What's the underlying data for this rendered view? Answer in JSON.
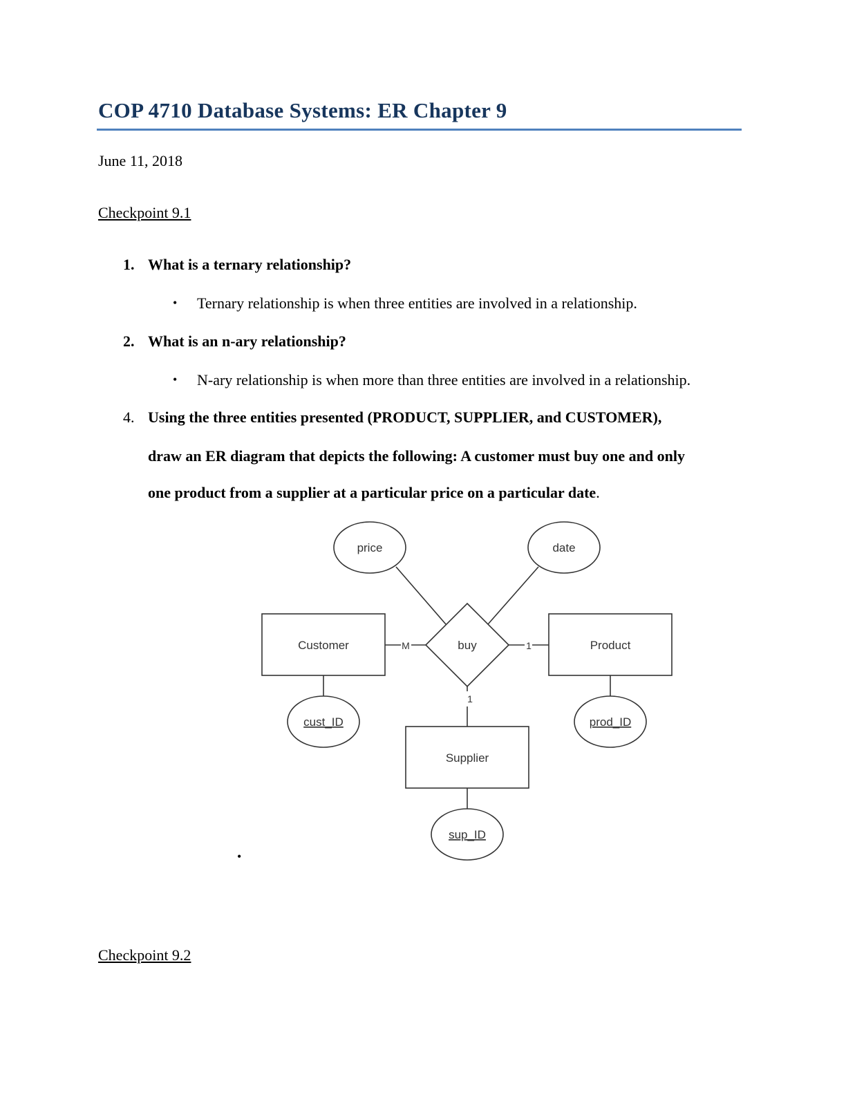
{
  "header": {
    "title": "COP 4710 Database Systems: ER Chapter 9"
  },
  "date": "June 11, 2018",
  "sections": [
    {
      "heading": "Checkpoint 9.1"
    },
    {
      "heading": "Checkpoint 9.2"
    }
  ],
  "questions": [
    {
      "number": "1.",
      "text": "What is a ternary relationship?",
      "answer": "Ternary relationship is when three entities are involved in a relationship."
    },
    {
      "number": "2.",
      "text": "What is an n-ary relationship?",
      "answer": "N-ary relationship is when more than three entities are involved in a relationship."
    },
    {
      "number": "4.",
      "lines": [
        "Using the three entities presented (PRODUCT, SUPPLIER, and CUSTOMER),",
        "draw an ER diagram that depicts the following: A customer must buy one and only",
        "one product from a supplier at a particular price on a particular date"
      ],
      "trailing": "."
    }
  ],
  "bullet_symbol": "•",
  "diagram": {
    "entities": {
      "customer": "Customer",
      "product": "Product",
      "supplier": "Supplier"
    },
    "relationship": "buy",
    "attributes": {
      "price": "price",
      "date": "date",
      "cust_id": "cust_ID",
      "prod_id": "prod_ID",
      "sup_id": "sup_ID"
    },
    "cardinalities": {
      "customer": "M",
      "product": "1",
      "supplier": "1"
    }
  }
}
